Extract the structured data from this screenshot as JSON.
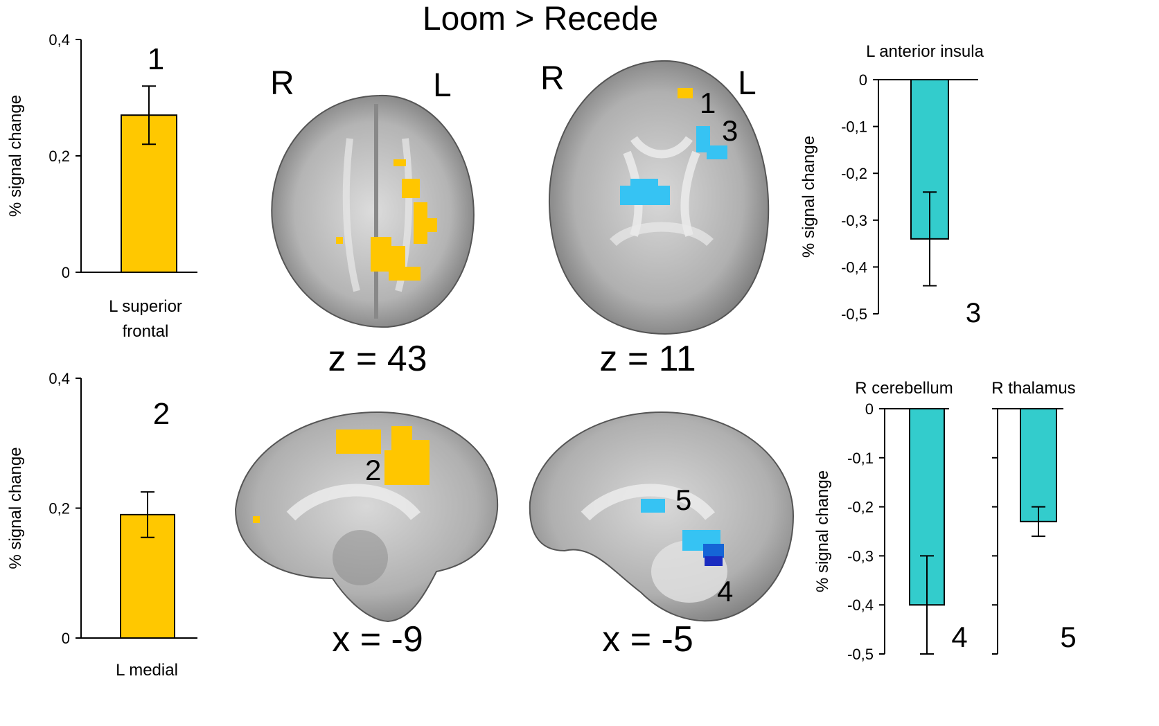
{
  "title": "Loom > Recede",
  "colors": {
    "activation_warm": "#FFC600",
    "activation_cool": "#36C3F3",
    "bar_warm": "#FFC800",
    "bar_cool": "#33CCCC"
  },
  "slices": [
    {
      "label": "z = 43",
      "left_marker": "R",
      "right_marker": "L",
      "region_markers": []
    },
    {
      "label": "z = 11",
      "left_marker": "R",
      "right_marker": "L",
      "region_markers": [
        "1",
        "3"
      ]
    },
    {
      "label": "x = -9",
      "region_markers": [
        "2"
      ]
    },
    {
      "label": "x = -5",
      "region_markers": [
        "5",
        "4"
      ]
    }
  ],
  "chart_data": [
    {
      "type": "bar",
      "panel_number": "1",
      "ylabel": "% signal change",
      "ylim": [
        0,
        0.4
      ],
      "yticks": [
        "0",
        "0,2",
        "0,4"
      ],
      "categories": [
        "L superior frontal"
      ],
      "category_lines": [
        "L superior",
        "frontal"
      ],
      "values": [
        0.27
      ],
      "error": [
        0.05
      ],
      "color": "#FFC800"
    },
    {
      "type": "bar",
      "panel_number": "2",
      "ylabel": "% signal change",
      "ylim": [
        0,
        0.4
      ],
      "yticks": [
        "0",
        "0,2",
        "0,4"
      ],
      "categories": [
        "L medial"
      ],
      "category_lines": [
        "L medial"
      ],
      "values": [
        0.19
      ],
      "error": [
        0.035
      ],
      "color": "#FFC800"
    },
    {
      "type": "bar",
      "panel_number": "3",
      "title": "L anterior insula",
      "ylabel": "% signal change",
      "ylim": [
        -0.5,
        0
      ],
      "yticks": [
        "0",
        "-0,1",
        "-0,2",
        "-0,3",
        "-0,4",
        "-0,5"
      ],
      "values": [
        -0.34
      ],
      "error": [
        0.1
      ],
      "color": "#33CCCC"
    },
    {
      "type": "bar",
      "panel_number": "4",
      "title": "R cerebellum",
      "ylabel": "% signal change",
      "ylim": [
        -0.5,
        0
      ],
      "yticks": [
        "0",
        "-0,1",
        "-0,2",
        "-0,3",
        "-0,4",
        "-0,5"
      ],
      "values": [
        -0.4
      ],
      "error": [
        0.1
      ],
      "color": "#33CCCC"
    },
    {
      "type": "bar",
      "panel_number": "5",
      "title": "R thalamus",
      "ylim": [
        -0.5,
        0
      ],
      "values": [
        -0.23
      ],
      "error": [
        0.03
      ],
      "color": "#33CCCC"
    }
  ]
}
